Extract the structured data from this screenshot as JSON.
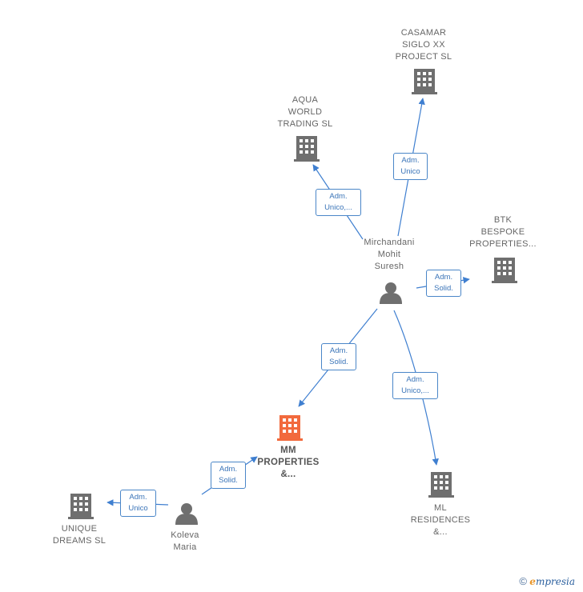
{
  "colors": {
    "edge": "#3f7fd0",
    "company": "#6f6f6f",
    "focus_company": "#f26a3d",
    "person": "#6f6f6f"
  },
  "nodes": {
    "casamar": "CASAMAR\nSIGLO XX\nPROJECT  SL",
    "aqua": "AQUA\nWORLD\nTRADING  SL",
    "btk": "BTK\nBESPOKE\nPROPERTIES...",
    "mirchandani": "Mirchandani\nMohit\nSuresh",
    "mm": "MM\nPROPERTIES\n&...",
    "ml": "ML\nRESIDENCES\n&...",
    "unique": "UNIQUE\nDREAMS  SL",
    "koleva": "Koleva\nMaria"
  },
  "edges": {
    "to_casamar": "Adm.\nUnico",
    "to_aqua": "Adm.\nUnico,...",
    "to_btk": "Adm.\nSolid.",
    "to_mm_from_mirchandani": "Adm.\nSolid.",
    "to_ml": "Adm.\nUnico,...",
    "to_mm_from_koleva": "Adm.\nSolid.",
    "to_unique": "Adm.\nUnico"
  },
  "footer": {
    "copyright_symbol": "©",
    "brand_initial": "e",
    "brand_rest": "mpresia"
  }
}
